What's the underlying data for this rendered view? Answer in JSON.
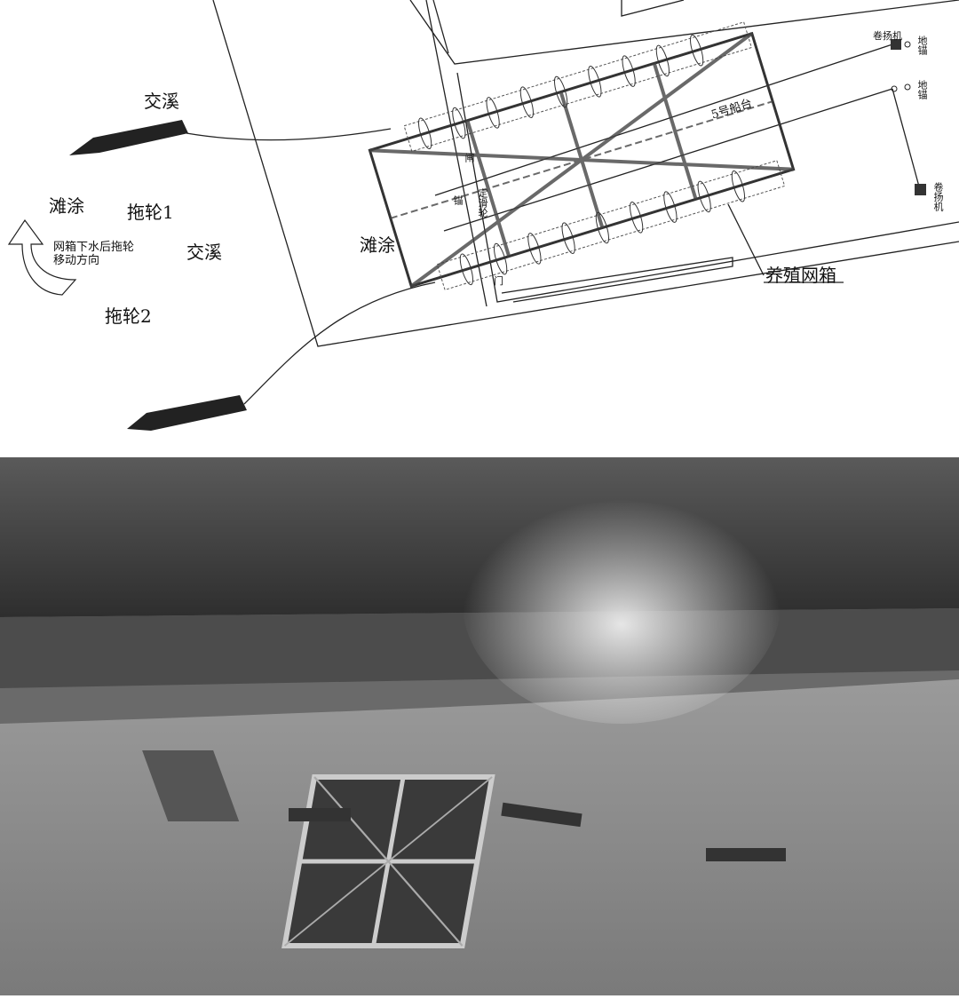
{
  "diagram": {
    "labels": {
      "river_top": "交溪",
      "mudflat_left": "滩涂",
      "tug1": "拖轮1",
      "river_mid": "交溪",
      "move_direction": "网箱下水后拖轮移动方向",
      "tug2": "拖轮2",
      "mudflat_center": "滩涂",
      "net_cage": "养殖网箱",
      "winch_top": "卷扬机",
      "ground_anchor_top": "地锚",
      "ground_anchor_mid": "地锚",
      "winch_right": "卷扬机",
      "slipway": "5号船台",
      "gate_1": "闸",
      "gate_2": "门",
      "anchor": "锚",
      "pulley": "定滑轮"
    },
    "colors": {
      "line": "#222222",
      "background": "#ffffff"
    }
  },
  "photo": {
    "colors": {
      "sky_mountain": "#4a4a4a",
      "water": "#8a8a8a",
      "smoke": "#d8d8d8"
    }
  }
}
